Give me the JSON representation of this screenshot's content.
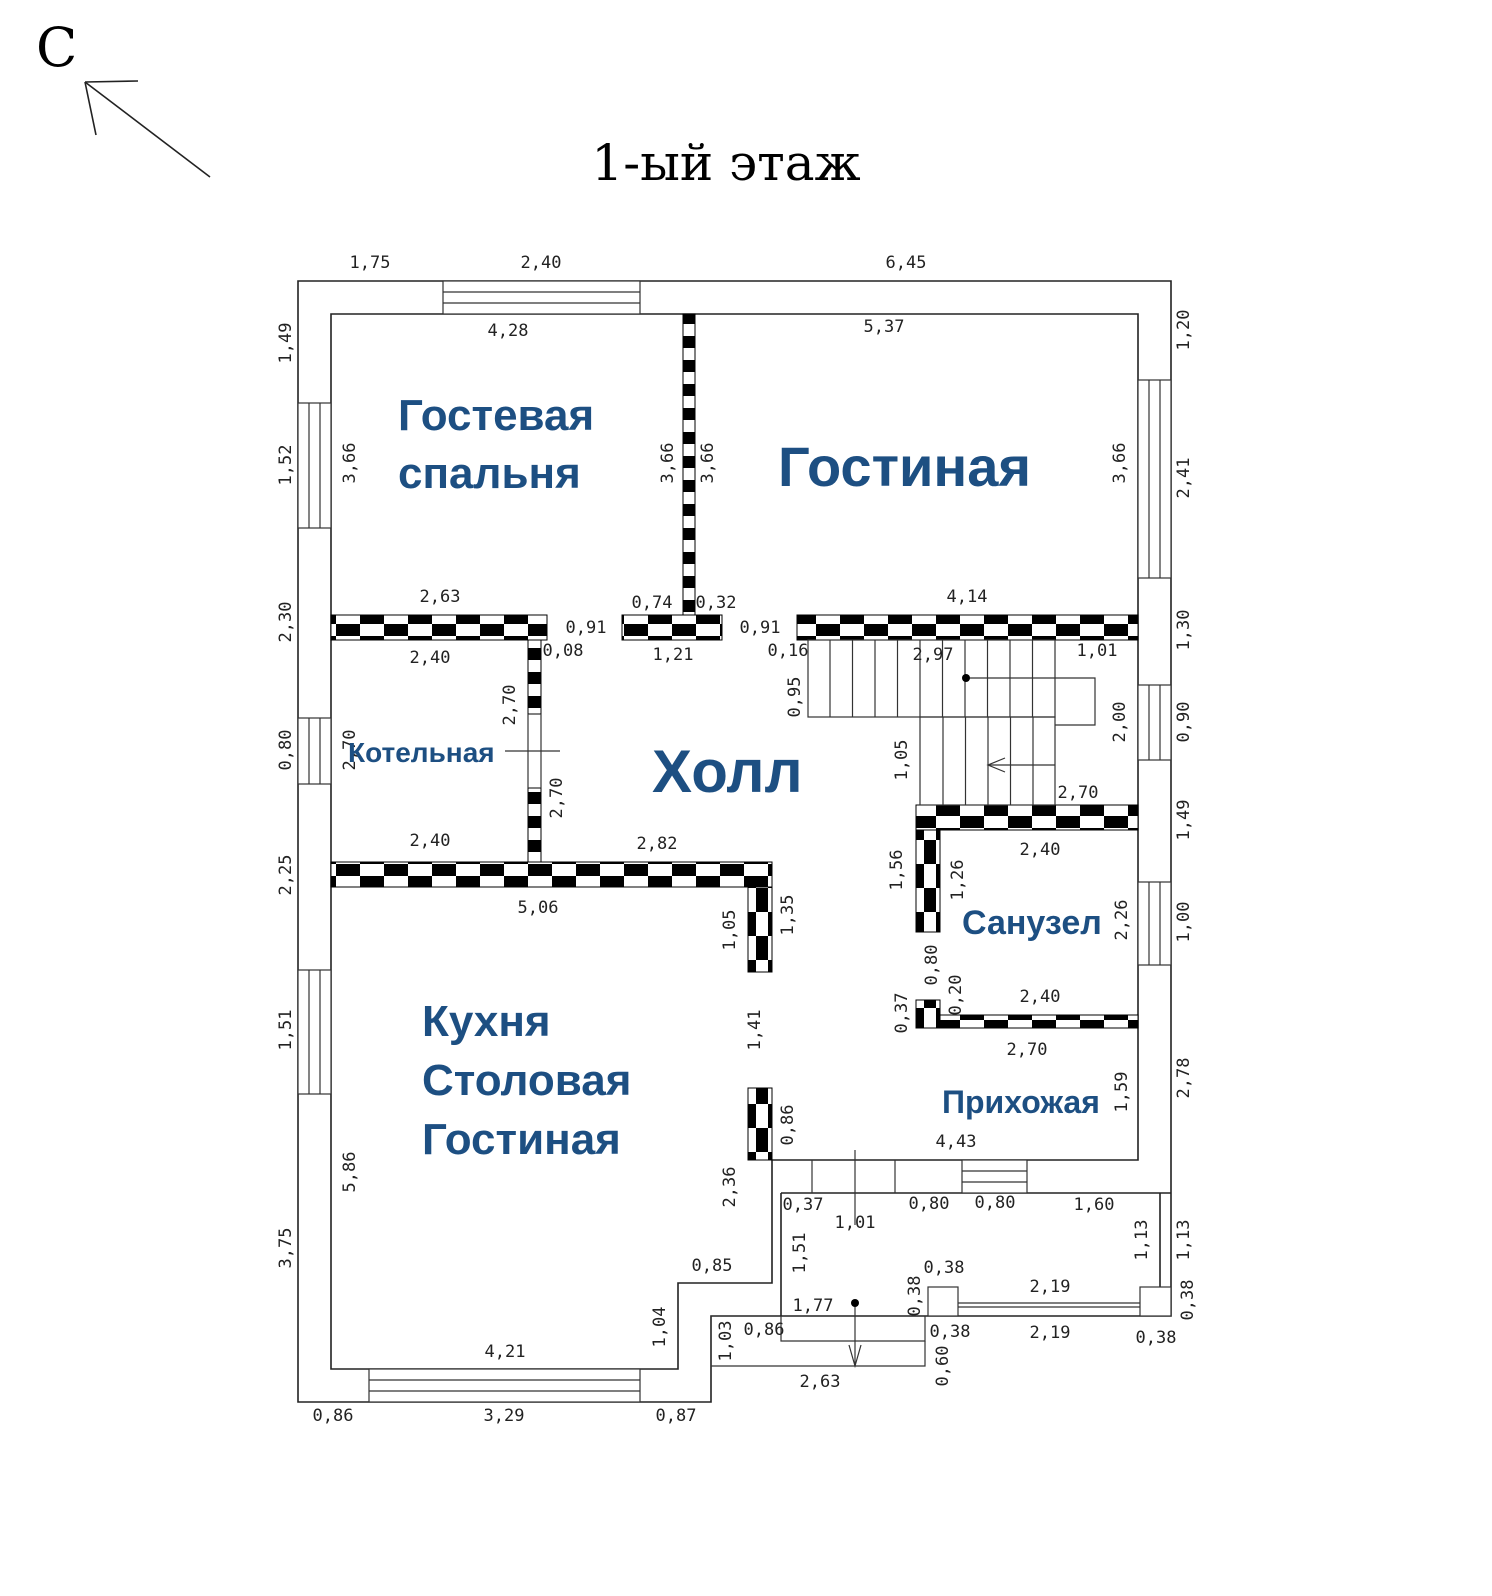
{
  "compass": {
    "north_label": "С"
  },
  "title": "1-ый этаж",
  "rooms": {
    "guest_bedroom_line1": "Гостевая",
    "guest_bedroom_line2": "спальня",
    "living_room": "Гостиная",
    "boiler_room": "Котельная",
    "hall": "Холл",
    "bathroom": "Санузел",
    "kitchen_line1": "Кухня",
    "kitchen_line2": "Столовая",
    "kitchen_line3": "Гостиная",
    "entrance": "Прихожая"
  },
  "colors": {
    "room_label": "#1d4f82",
    "walls": "#000000"
  },
  "dimensions": [
    "1,75",
    "2,40",
    "6,45",
    "4,28",
    "5,37",
    "1,49",
    "1,52",
    "2,30",
    "0,80",
    "2,25",
    "1,51",
    "3,75",
    "1,20",
    "2,41",
    "1,30",
    "0,90",
    "1,49",
    "1,00",
    "2,78",
    "1,13",
    "0,38",
    "3,66",
    "3,66",
    "3,66",
    "3,66",
    "2,63",
    "0,74",
    "0,32",
    "4,14",
    "0,91",
    "0,91",
    "2,40",
    "0,08",
    "1,21",
    "0,16",
    "2,97",
    "1,01",
    "2,70",
    "0,95",
    "2,00",
    "2,70",
    "2,70",
    "1,05",
    "2,70",
    "2,40",
    "2,82",
    "2,40",
    "1,56",
    "1,26",
    "2,26",
    "5,06",
    "1,05",
    "1,35",
    "0,80",
    "0,20",
    "0,37",
    "2,40",
    "1,41",
    "2,70",
    "1,59",
    "0,86",
    "4,43",
    "5,86",
    "2,36",
    "0,37",
    "1,01",
    "0,80",
    "0,80",
    "1,60",
    "1,51",
    "1,13",
    "0,85",
    "0,38",
    "2,19",
    "0,38",
    "1,77",
    "1,04",
    "1,03",
    "0,86",
    "0,38",
    "2,19",
    "0,38",
    "0,60",
    "4,21",
    "2,63",
    "0,86",
    "3,29",
    "0,87"
  ]
}
